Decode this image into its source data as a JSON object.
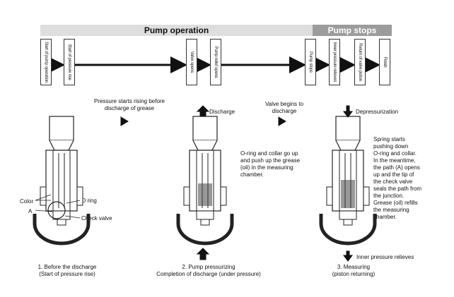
{
  "phases": {
    "operation": "Pump operation",
    "stops": "Pump stops"
  },
  "steps": [
    "Start of pump operation",
    "Start of pressure rise",
    "Valve opens",
    "Pump relief opens",
    "Pump stops",
    "Inner pressure relieves",
    "Return of valve piston",
    "Finish"
  ],
  "notes": {
    "pressure_rise": [
      "Pressure starts rising before",
      "discharge of grease"
    ],
    "valve_begins": [
      "Valve begins to",
      "discharge"
    ],
    "oring_collar": [
      "O-ring and collar go up",
      "and push up the grease",
      "(oil) in the measuring",
      "chamber."
    ],
    "spring": [
      "Spring starts",
      "pushing down",
      "O-ring and collar.",
      "In the meantime,",
      "the path (A) opens",
      "up and the tip of",
      "the check valve",
      "seals the path from",
      "the junction.",
      "Grease (oil) refills",
      "the measuring",
      "chamber."
    ]
  },
  "labels": {
    "discharge": "Discharge",
    "depressurization": "Depressurization",
    "inner_relieves": "Inner pressure relieves",
    "color": "Color",
    "a": "A",
    "o_ring": "O ring",
    "check_valve": "Check valve"
  },
  "captions": {
    "c1": [
      "1. Before the discharge",
      "(Start of pressure rise)"
    ],
    "c2": [
      "2. Pump pressurizing",
      "Completion of discharge (under pressure)"
    ],
    "c3": [
      "3. Measuring",
      "(piston returning)"
    ]
  }
}
